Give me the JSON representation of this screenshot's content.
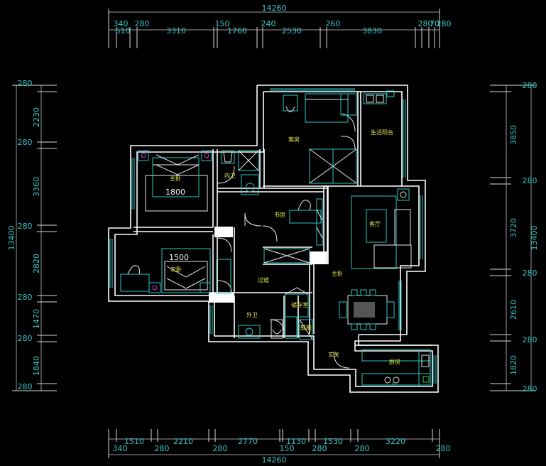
{
  "dimensions": {
    "top_total": "14260",
    "top_segments": [
      "340",
      "610",
      "280",
      "3310",
      "150",
      "1760",
      "240",
      "2530",
      "260",
      "3830",
      "280",
      "70",
      "280"
    ],
    "bottom_total": "14260",
    "bottom_segments": [
      "340",
      "1510",
      "280",
      "2210",
      "280",
      "2770",
      "150",
      "1130",
      "280",
      "1530",
      "280",
      "3220",
      "280"
    ],
    "left_total": "13400",
    "left_segments": [
      "280",
      "2230",
      "280",
      "3360",
      "280",
      "2820",
      "280",
      "1470",
      "280",
      "1840",
      "280"
    ],
    "right_total": "13400",
    "right_segments": [
      "280",
      "3850",
      "280",
      "3720",
      "280",
      "2610",
      "280",
      "1820",
      "280"
    ]
  },
  "rooms": {
    "guest_room": "客房",
    "service_balcony": "生活阳台",
    "master_bedroom": "主卧",
    "ensuite_bath": "内卫",
    "study": "书房",
    "living_room": "客厅",
    "second_bedroom": "次卧",
    "corridor": "过道",
    "dining": "主卧",
    "guest_bath": "外卫",
    "storage": "储存室",
    "cabinet": "鞋柜",
    "entrance": "玄关",
    "kitchen": "厨房"
  },
  "beds": {
    "master_bed_size": "1800",
    "second_bed_size": "1500"
  },
  "colors": {
    "background": "#000000",
    "dimension_text": "#37c6c6",
    "room_label": "#e8e84a",
    "wall": "#ffffff",
    "furniture": "#28c8c8"
  }
}
